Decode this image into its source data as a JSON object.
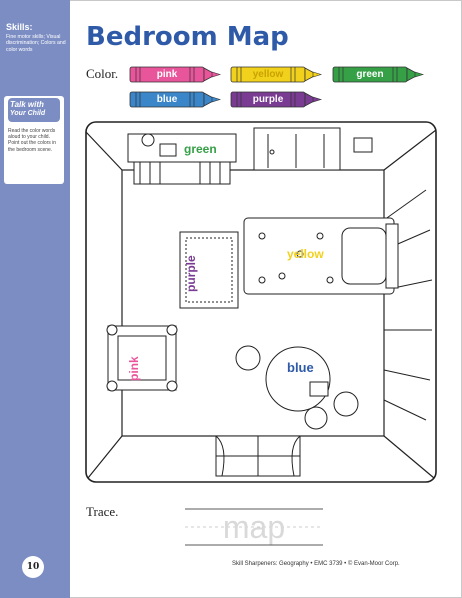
{
  "sidebar": {
    "skills_title": "Skills:",
    "skills_text": "Fine motor skills; Visual discrimination; Colors and color words",
    "talk_line1": "Talk with",
    "talk_line2": "Your Child",
    "talk_text": "Read the color words aloud to your child. Point out the colors in the bedroom scene.",
    "page_number": "10"
  },
  "header": {
    "title": "Bedroom Map",
    "color_label": "Color."
  },
  "crayons": [
    {
      "label": "pink",
      "color": "#e8559a"
    },
    {
      "label": "yellow",
      "color": "#f2d11c"
    },
    {
      "label": "green",
      "color": "#36a047"
    },
    {
      "label": "blue",
      "color": "#3a86c9"
    },
    {
      "label": "purple",
      "color": "#7a3b93"
    }
  ],
  "map_labels": {
    "green": {
      "text": "green",
      "color": "#36a047"
    },
    "yellow": {
      "text": "yellow",
      "color": "#f2d11c"
    },
    "purple": {
      "text": "purple",
      "color": "#7a3b93"
    },
    "pink": {
      "text": "pink",
      "color": "#e8559a"
    },
    "blue": {
      "text": "blue",
      "color": "#2e5aa8"
    }
  },
  "trace": {
    "label": "Trace.",
    "word": "map"
  },
  "footer": {
    "credit": "Skill Sharpeners: Geography • EMC 3739 • © Evan-Moor Corp."
  }
}
